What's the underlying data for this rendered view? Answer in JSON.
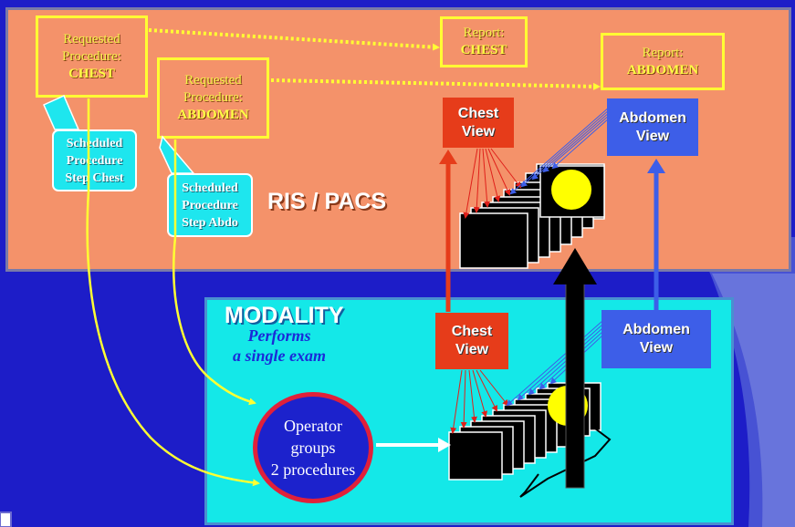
{
  "ris": {
    "title": "RIS / PACS",
    "req_chest": {
      "line1": "Requested",
      "line2": "Procedure:",
      "line3": "CHEST"
    },
    "req_abdomen": {
      "line1": "Requested",
      "line2": "Procedure:",
      "line3": "ABDOMEN"
    },
    "report_chest": {
      "line1": "Report:",
      "line2": "CHEST"
    },
    "report_abdomen": {
      "line1": "Report:",
      "line2": "ABDOMEN"
    },
    "sps_chest": {
      "line1": "Scheduled",
      "line2": "Procedure",
      "line3": "Step Chest"
    },
    "sps_abdo": {
      "line1": "Scheduled",
      "line2": "Procedure",
      "line3": "Step Abdo"
    },
    "chest_view": {
      "line1": "Chest",
      "line2": "View"
    },
    "abdomen_view": {
      "line1": "Abdomen",
      "line2": "View"
    }
  },
  "modality": {
    "title": "MODALITY",
    "subtitle_line1": "Performs",
    "subtitle_line2": "a single exam",
    "operator": {
      "line1": "Operator",
      "line2": "groups",
      "line3": "2 procedures"
    },
    "chest_view": {
      "line1": "Chest",
      "line2": "View"
    },
    "abdomen_view": {
      "line1": "Abdomen",
      "line2": "View"
    }
  },
  "colors": {
    "ris_background": "#f4926a",
    "modality_background": "#14e8e8",
    "slide_background": "#1d1dc8",
    "highlight_yellow": "#ffff33",
    "chest_red": "#e63c1a",
    "abdomen_blue": "#3d5ee8"
  }
}
